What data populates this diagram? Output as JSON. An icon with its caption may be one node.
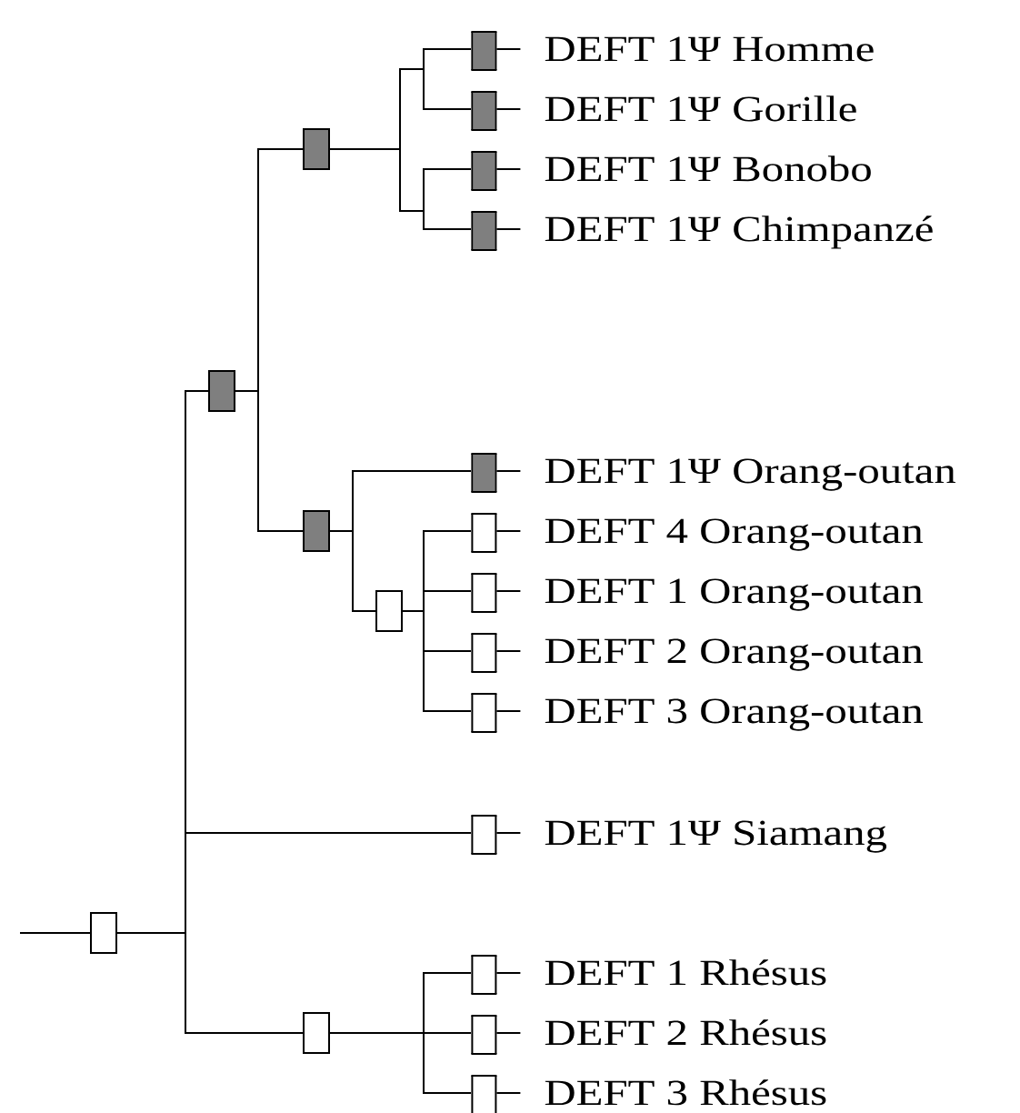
{
  "diagram": {
    "nodes": [
      {
        "text": [],
        "shape": "box"
      },
      {
        "text": [],
        "shape": "box"
      },
      {
        "text": [],
        "shape": "box"
      },
      {
        "text": [
          "DEFT 1Ψ Homme"
        ]
      },
      {
        "text": [
          "DEFT 1Ψ Gorille"
        ]
      },
      {
        "text": [
          "DEFT 1Ψ Bonobo"
        ]
      },
      {
        "text": [
          "DEFT 1Ψ Chimpanzé"
        ]
      },
      {
        "text": [],
        "shape": "box"
      },
      {
        "text": [
          "DEFT 1Ψ Orang-outan"
        ]
      },
      {
        "text": [],
        "shape": "box"
      },
      {
        "text": [
          "DEFT 4 Orang-outan"
        ]
      },
      {
        "text": [
          "DEFT 1 Orang-outan"
        ]
      },
      {
        "text": [
          "DEFT 2 Orang-outan"
        ]
      },
      {
        "text": [
          "DEFT 3 Orang-outan"
        ]
      },
      {
        "text": [
          "DEFT 1Ψ Siamang"
        ]
      },
      {
        "text": [],
        "shape": "box"
      },
      {
        "text": [
          "DEFT 1 Rhésus"
        ]
      },
      {
        "text": [
          "DEFT 2 Rhésus"
        ]
      },
      {
        "text": [
          "DEFT 3 Rhésus"
        ]
      }
    ],
    "edges": [
      {
        "from": null,
        "to": 0,
        "arrow": "none"
      },
      {
        "from": 0,
        "to": 1,
        "arrow": "none"
      },
      {
        "from": 0,
        "to": 14,
        "arrow": "none"
      },
      {
        "from": 0,
        "to": 15,
        "arrow": "none"
      },
      {
        "from": 1,
        "to": 2,
        "arrow": "none"
      },
      {
        "from": 1,
        "to": 7,
        "arrow": "none"
      },
      {
        "from": 2,
        "to": 3,
        "arrow": "none"
      },
      {
        "from": 2,
        "to": 4,
        "arrow": "none"
      },
      {
        "from": 2,
        "to": 5,
        "arrow": "none"
      },
      {
        "from": 2,
        "to": 6,
        "arrow": "none"
      },
      {
        "from": 7,
        "to": 8,
        "arrow": "none"
      },
      {
        "from": 7,
        "to": 9,
        "arrow": "none"
      },
      {
        "from": 9,
        "to": 10,
        "arrow": "none"
      },
      {
        "from": 9,
        "to": 11,
        "arrow": "none"
      },
      {
        "from": 9,
        "to": 12,
        "arrow": "none"
      },
      {
        "from": 9,
        "to": 13,
        "arrow": "none"
      },
      {
        "from": 15,
        "to": 16,
        "arrow": "none"
      },
      {
        "from": 15,
        "to": 17,
        "arrow": "none"
      },
      {
        "from": 15,
        "to": 18,
        "arrow": "none"
      }
    ]
  }
}
